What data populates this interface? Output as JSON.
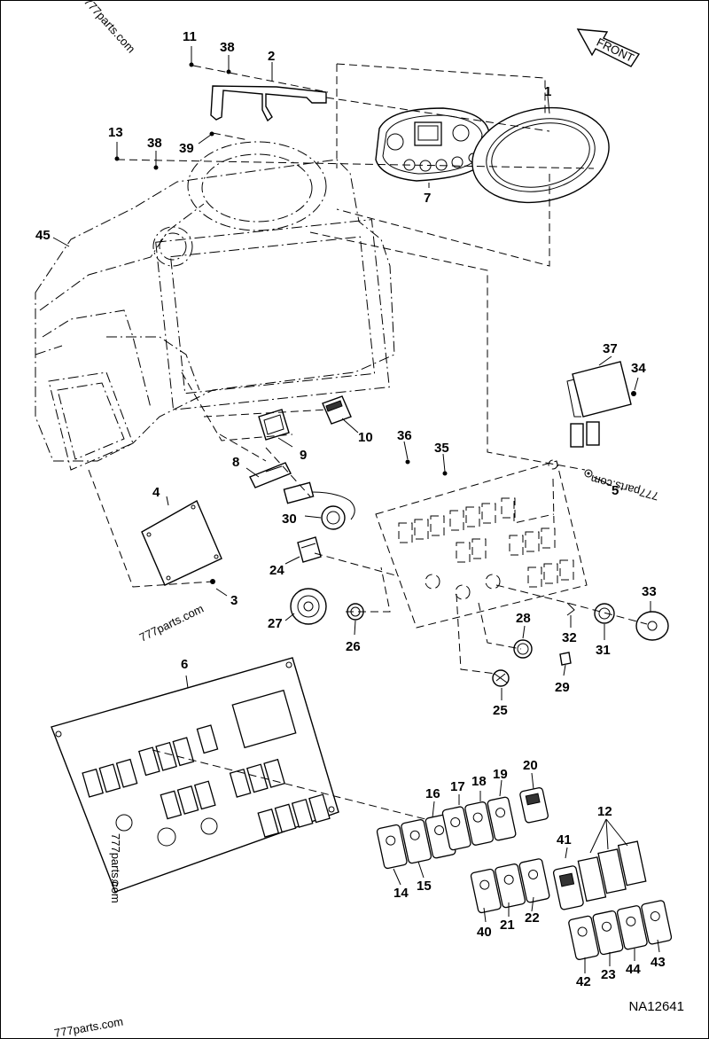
{
  "drawing_code": "NA12641",
  "orientation_label": "FRONT",
  "watermarks": [
    "777parts.com",
    "777parts.com",
    "777parts.com",
    "777parts.com",
    "777parts.com"
  ],
  "callouts": [
    "1",
    "2",
    "3",
    "4",
    "5",
    "6",
    "7",
    "8",
    "9",
    "10",
    "11",
    "12",
    "13",
    "14",
    "15",
    "16",
    "17",
    "18",
    "19",
    "20",
    "21",
    "22",
    "23",
    "24",
    "25",
    "26",
    "27",
    "28",
    "29",
    "30",
    "31",
    "32",
    "33",
    "34",
    "35",
    "36",
    "37",
    "38",
    "38",
    "39",
    "40",
    "41",
    "42",
    "43",
    "44",
    "45"
  ]
}
